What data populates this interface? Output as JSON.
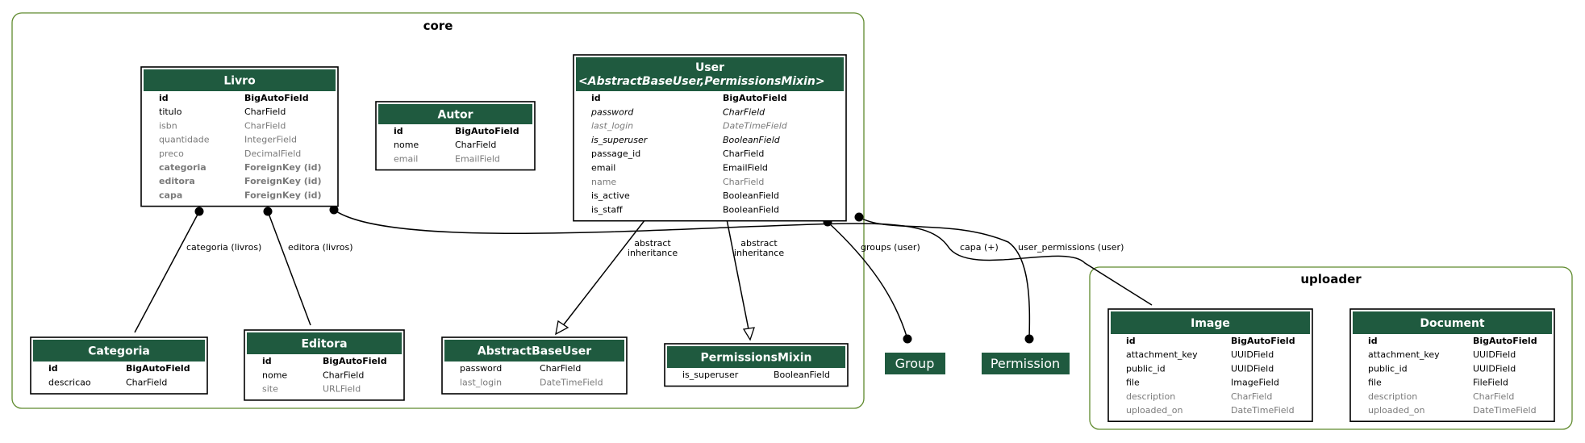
{
  "clusters": {
    "core": "core",
    "uploader": "uploader"
  },
  "tables": {
    "livro": {
      "title": "Livro",
      "fields": [
        {
          "name": "id",
          "type": "BigAutoField",
          "style": "bold"
        },
        {
          "name": "titulo",
          "type": "CharField",
          "style": "normal"
        },
        {
          "name": "isbn",
          "type": "CharField",
          "style": "muted"
        },
        {
          "name": "quantidade",
          "type": "IntegerField",
          "style": "muted"
        },
        {
          "name": "preco",
          "type": "DecimalField",
          "style": "muted"
        },
        {
          "name": "categoria",
          "type": "ForeignKey (id)",
          "style": "bold-muted"
        },
        {
          "name": "editora",
          "type": "ForeignKey (id)",
          "style": "bold-muted"
        },
        {
          "name": "capa",
          "type": "ForeignKey (id)",
          "style": "bold-muted"
        }
      ]
    },
    "autor": {
      "title": "Autor",
      "fields": [
        {
          "name": "id",
          "type": "BigAutoField",
          "style": "bold"
        },
        {
          "name": "nome",
          "type": "CharField",
          "style": "normal"
        },
        {
          "name": "email",
          "type": "EmailField",
          "style": "muted"
        }
      ]
    },
    "user": {
      "title": "User",
      "subtitle": "<AbstractBaseUser,PermissionsMixin>",
      "fields": [
        {
          "name": "id",
          "type": "BigAutoField",
          "style": "bold"
        },
        {
          "name": "password",
          "type": "CharField",
          "style": "italic"
        },
        {
          "name": "last_login",
          "type": "DateTimeField",
          "style": "italic-muted"
        },
        {
          "name": "is_superuser",
          "type": "BooleanField",
          "style": "italic"
        },
        {
          "name": "passage_id",
          "type": "CharField",
          "style": "normal"
        },
        {
          "name": "email",
          "type": "EmailField",
          "style": "normal"
        },
        {
          "name": "name",
          "type": "CharField",
          "style": "muted"
        },
        {
          "name": "is_active",
          "type": "BooleanField",
          "style": "normal"
        },
        {
          "name": "is_staff",
          "type": "BooleanField",
          "style": "normal"
        }
      ]
    },
    "categoria": {
      "title": "Categoria",
      "fields": [
        {
          "name": "id",
          "type": "BigAutoField",
          "style": "bold"
        },
        {
          "name": "descricao",
          "type": "CharField",
          "style": "normal"
        }
      ]
    },
    "editora": {
      "title": "Editora",
      "fields": [
        {
          "name": "id",
          "type": "BigAutoField",
          "style": "bold"
        },
        {
          "name": "nome",
          "type": "CharField",
          "style": "normal"
        },
        {
          "name": "site",
          "type": "URLField",
          "style": "muted"
        }
      ]
    },
    "abstractbaseuser": {
      "title": "AbstractBaseUser",
      "fields": [
        {
          "name": "password",
          "type": "CharField",
          "style": "normal"
        },
        {
          "name": "last_login",
          "type": "DateTimeField",
          "style": "muted"
        }
      ]
    },
    "permissionsmixin": {
      "title": "PermissionsMixin",
      "fields": [
        {
          "name": "is_superuser",
          "type": "BooleanField",
          "style": "normal"
        }
      ]
    },
    "image": {
      "title": "Image",
      "fields": [
        {
          "name": "id",
          "type": "BigAutoField",
          "style": "bold"
        },
        {
          "name": "attachment_key",
          "type": "UUIDField",
          "style": "normal"
        },
        {
          "name": "public_id",
          "type": "UUIDField",
          "style": "normal"
        },
        {
          "name": "file",
          "type": "ImageField",
          "style": "normal"
        },
        {
          "name": "description",
          "type": "CharField",
          "style": "muted"
        },
        {
          "name": "uploaded_on",
          "type": "DateTimeField",
          "style": "muted"
        }
      ]
    },
    "document": {
      "title": "Document",
      "fields": [
        {
          "name": "id",
          "type": "BigAutoField",
          "style": "bold"
        },
        {
          "name": "attachment_key",
          "type": "UUIDField",
          "style": "normal"
        },
        {
          "name": "public_id",
          "type": "UUIDField",
          "style": "normal"
        },
        {
          "name": "file",
          "type": "FileField",
          "style": "normal"
        },
        {
          "name": "description",
          "type": "CharField",
          "style": "muted"
        },
        {
          "name": "uploaded_on",
          "type": "DateTimeField",
          "style": "muted"
        }
      ]
    }
  },
  "external": {
    "group": "Group",
    "permission": "Permission"
  },
  "edges": {
    "categoria": "categoria (livros)",
    "editora": "editora (livros)",
    "capa": "capa (+)",
    "abstract1_line1": "abstract",
    "abstract1_line2": "inheritance",
    "abstract2_line1": "abstract",
    "abstract2_line2": "inheritance",
    "groups": "groups (user)",
    "user_permissions": "user_permissions (user)"
  },
  "colors": {
    "header": "#1f5a3f",
    "cluster_border": "#5f8a2d",
    "muted_text": "#7a7a7a"
  }
}
